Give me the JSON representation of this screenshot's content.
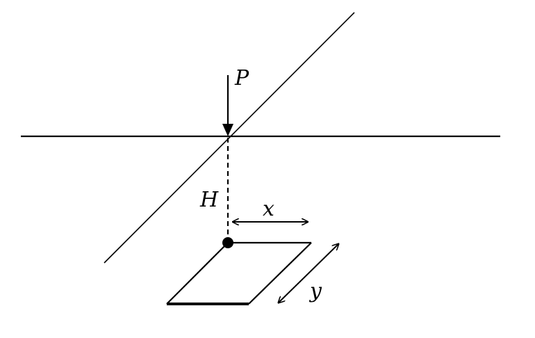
{
  "labels": {
    "load": "P",
    "depth": "H",
    "width": "x",
    "length": "y"
  },
  "colors": {
    "stroke": "#000000",
    "background": "#ffffff"
  }
}
